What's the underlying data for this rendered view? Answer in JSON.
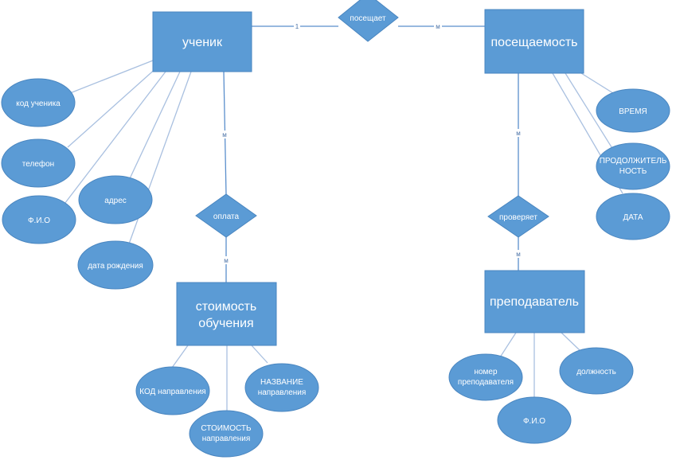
{
  "entities": {
    "student": "ученик",
    "attendance": "посещаемость",
    "cost": [
      "стоимость",
      "обучения"
    ],
    "teacher": "преподаватель"
  },
  "relationships": {
    "attends": "посещает",
    "payment": "оплата",
    "checks": "проверяет"
  },
  "attributes": {
    "student_id": "код ученика",
    "phone": "телефон",
    "full_name": "Ф.И.О",
    "address": "адрес",
    "birth_date": "дата рождения",
    "time": "ВРЕМЯ",
    "duration": [
      "ПРОДОЛЖИТЕЛЬ",
      "НОСТЬ"
    ],
    "date": "ДАТА",
    "direction_code": "КОД направления",
    "direction_cost": [
      "СТОИМОСТЬ",
      "направления"
    ],
    "direction_name": [
      "НАЗВАНИЕ",
      "направления"
    ],
    "teacher_number": [
      "номер",
      "преподавателя"
    ],
    "position": "должность",
    "teacher_full_name": "Ф.И.О"
  },
  "cardinalities": {
    "attends_student": "1",
    "attends_attendance": "м",
    "payment_student": "м",
    "payment_cost": "м",
    "checks_attendance": "м",
    "checks_teacher": "м"
  },
  "colors": {
    "shape_fill": "#5b9bd5",
    "shape_stroke": "#4a86c0",
    "attribute_line": "#a9c0e0",
    "relationship_line": "#5b8fcc",
    "label_text": "#ffffff"
  }
}
